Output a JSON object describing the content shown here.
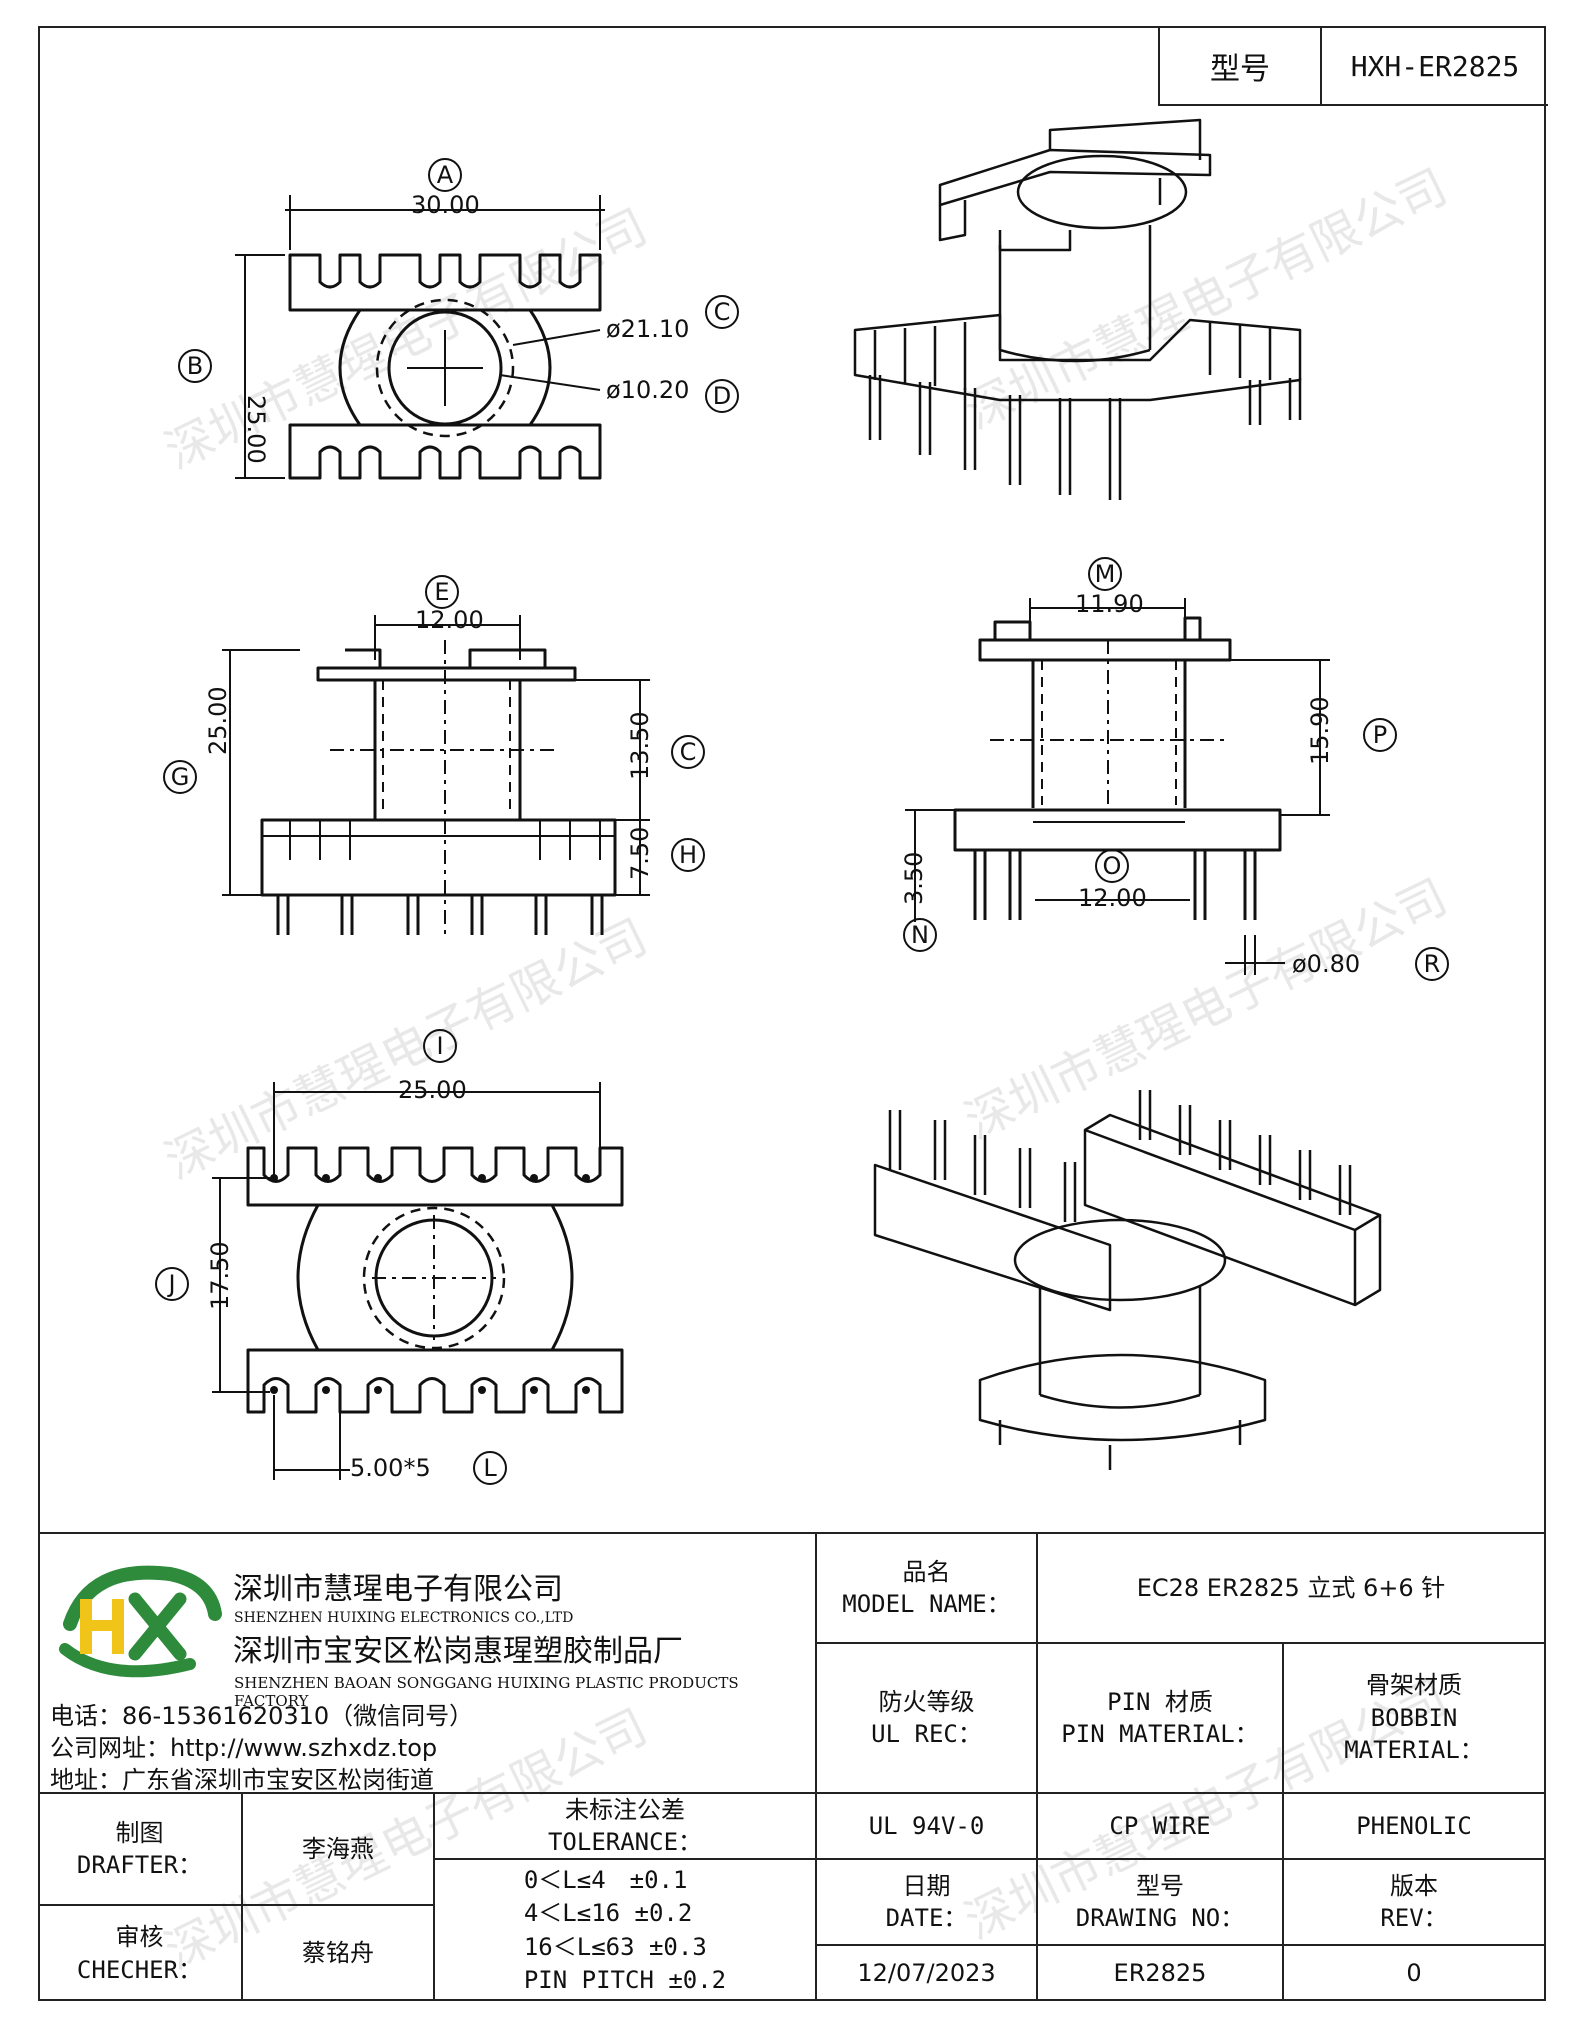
{
  "header": {
    "model_label": "型号",
    "model_value": "HXH-ER2825"
  },
  "views": {
    "top": {
      "label_A": "A",
      "dim_A": "30.00",
      "label_B": "B",
      "dim_B": "25.00",
      "label_C": "C",
      "dim_C": "ø21.10",
      "label_D": "D",
      "dim_D": "ø10.20"
    },
    "front": {
      "label_E": "E",
      "dim_E": "12.00",
      "label_G": "G",
      "dim_G": "25.00",
      "label_C": "C",
      "dim_C": "13.50",
      "label_H": "H",
      "dim_H": "7.50"
    },
    "side": {
      "label_M": "M",
      "dim_M": "11.90",
      "label_P": "P",
      "dim_P": "15.90",
      "label_N": "N",
      "dim_N": "3.50",
      "label_O": "O",
      "dim_O": "12.00",
      "label_R": "R",
      "dim_R": "ø0.80"
    },
    "bottom": {
      "label_I": "I",
      "dim_I": "25.00",
      "label_J": "J",
      "dim_J": "17.50",
      "label_L": "L",
      "dim_L": "5.00*5"
    }
  },
  "watermark": "深圳市慧瑆电子有限公司",
  "company": {
    "name_cn": "深圳市慧瑆电子有限公司",
    "name_en": "SHENZHEN HUIXING ELECTRONICS CO.,LTD",
    "factory_cn": "深圳市宝安区松岗惠瑆塑胶制品厂",
    "factory_en": "SHENZHEN BAOAN SONGGANG HUIXING PLASTIC PRODUCTS FACTORY",
    "phone": "电话：86-15361620310（微信同号）",
    "website": "公司网址：http://www.szhxdz.top",
    "address": "地址：广东省深圳市宝安区松岗街道",
    "logo_text": "HX"
  },
  "title_block": {
    "model_name_cn": "品名",
    "model_name_en": "MODEL NAME：",
    "model_name_value": "EC28 ER2825 立式 6+6 针",
    "ul_cn": "防火等级",
    "ul_en": "UL REC：",
    "pin_cn": "PIN 材质",
    "pin_en": "PIN MATERIAL：",
    "bobbin_cn": "骨架材质",
    "bobbin_en1": "BOBBIN",
    "bobbin_en2": "MATERIAL：",
    "ul_value": "UL 94V-0",
    "pin_value": "CP WIRE",
    "bobbin_value": "PHENOLIC",
    "drafter_cn": "制图",
    "drafter_en": "DRAFTER：",
    "drafter_value": "李海燕",
    "checker_cn": "审核",
    "checker_en": "CHECHER：",
    "checker_value": "蔡铭舟",
    "tolerance_cn": "未标注公差",
    "tolerance_en": "TOLERANCE：",
    "tolerance_lines": [
      "0＜L≤4　±0.1",
      "4＜L≤16 ±0.2",
      "16＜L≤63 ±0.3",
      "PIN PITCH ±0.2"
    ],
    "date_cn": "日期",
    "date_en": "DATE：",
    "date_value": "12/07/2023",
    "drawing_cn": "型号",
    "drawing_en": "DRAWING NO：",
    "drawing_value": "ER2825",
    "rev_cn": "版本",
    "rev_en": "REV：",
    "rev_value": "0"
  }
}
